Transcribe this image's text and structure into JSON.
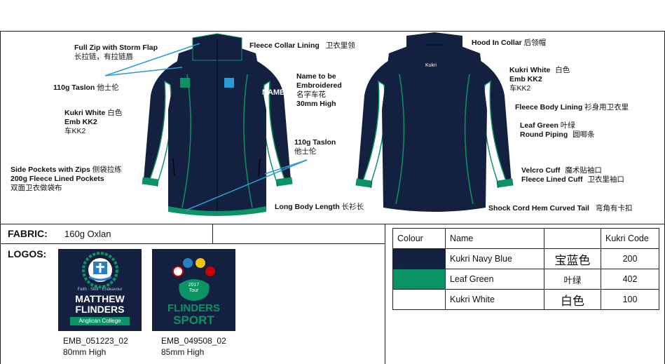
{
  "colors": {
    "navy": "#14203f",
    "green": "#0a9466",
    "white": "#ffffff",
    "line": "#2a9ad6"
  },
  "front_notes": {
    "full_zip": "Full Zip with Storm Flap",
    "full_zip_cn": "长拉链，有拉链唇",
    "taslon_left": "110g Taslon",
    "taslon_left_cn": "他士伦",
    "kukri_white": "Kukri White",
    "kukri_white_cn": "白色",
    "emb": "Emb KK2",
    "emb_cn": "车KK2",
    "side_pockets": "Side Pockets with Zips",
    "side_pockets_cn": "侧袋拉练",
    "fleece_pockets": "200g Fleece Lined Pockets",
    "fleece_pockets_cn": "双面卫衣做袋布",
    "fleece_collar": "Fleece Collar Lining",
    "fleece_collar_cn": "卫衣里领",
    "name_emb_1": "Name to be",
    "name_emb_2": "Embroidered",
    "name_emb_cn": "名字车花",
    "name_emb_3": "30mm High",
    "taslon_right": "110g Taslon",
    "taslon_right_cn": "他士伦",
    "long_body": "Long Body Length",
    "long_body_cn": "长衫长",
    "jacket_name": "NAME"
  },
  "back_notes": {
    "hood": "Hood In Collar",
    "hood_cn": "后领帽",
    "kukri_white": "Kukri White",
    "kukri_white_cn": "白色",
    "emb": "Emb KK2",
    "emb_cn": "车KK2",
    "fleece_body": "Fleece Body Lining",
    "fleece_body_cn": "衫身用卫衣里",
    "leaf_green": "Leaf Green",
    "leaf_green_cn": "叶绿",
    "round_piping": "Round Piping",
    "round_piping_cn": "圆唧条",
    "velcro": "Velcro Cuff",
    "velcro_cn": "魔术贴袖口",
    "fleece_cuff": "Fleece Lined Cuff",
    "fleece_cuff_cn": "卫衣里袖口",
    "shock_cord": "Shock Cord Hem Curved Tail",
    "shock_cord_cn": "弯角有卡扣",
    "kukri_logo": "Kukri"
  },
  "fabric": {
    "label": "FABRIC:",
    "value": "160g Oxlan"
  },
  "logos": {
    "label": "LOGOS:",
    "items": [
      {
        "line1": "Faith · Skill · Endeavour",
        "line2": "MATTHEW",
        "line3": "FLINDERS",
        "line4": "Anglican College",
        "code": "EMB_051223_02",
        "size": "80mm High"
      },
      {
        "line1": "2017",
        "line2": "Tour",
        "line3": "FLINDERS",
        "line4": "SPORT",
        "code": "EMB_049508_02",
        "size": "85mm High"
      }
    ]
  },
  "colour_table": {
    "headers": [
      "Colour",
      "Name",
      "",
      "Kukri Code"
    ],
    "rows": [
      {
        "swatch": "#14203f",
        "name": "Kukri Navy Blue",
        "cn": "宝蓝色",
        "code": "200"
      },
      {
        "swatch": "#0a9466",
        "name": "Leaf Green",
        "cn": "叶绿",
        "code": "402"
      },
      {
        "swatch": "#ffffff",
        "name": "Kukri White",
        "cn": "白色",
        "code": "100"
      }
    ]
  }
}
